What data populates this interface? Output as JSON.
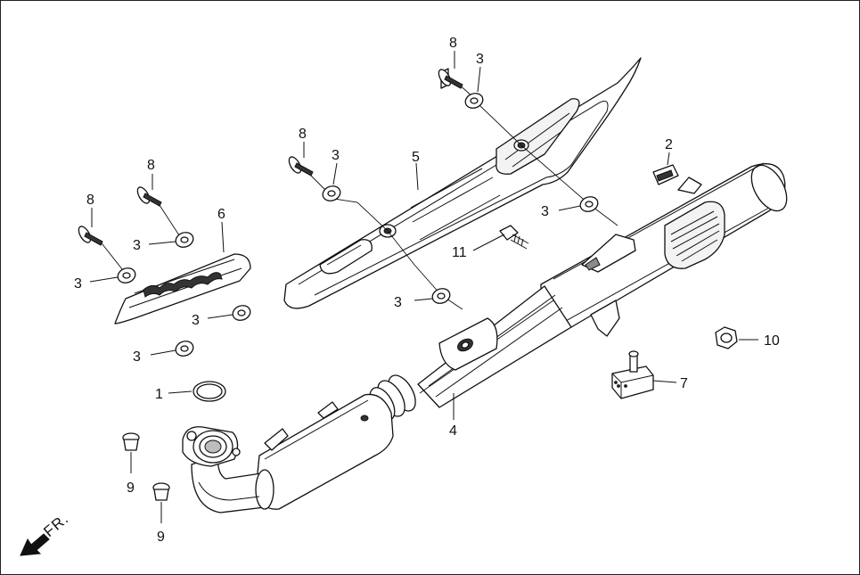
{
  "labels": {
    "p1": "1",
    "p2": "2",
    "p3a": "3",
    "p3b": "3",
    "p3c": "3",
    "p3d": "3",
    "p3e": "3",
    "p3f": "3",
    "p3g": "3",
    "p3h": "3",
    "p4": "4",
    "p5": "5",
    "p6": "6",
    "p7": "7",
    "p8a": "8",
    "p8b": "8",
    "p8c": "8",
    "p8d": "8",
    "p9a": "9",
    "p9b": "9",
    "p10": "10",
    "p11": "11"
  },
  "direction": {
    "text": "FR."
  }
}
